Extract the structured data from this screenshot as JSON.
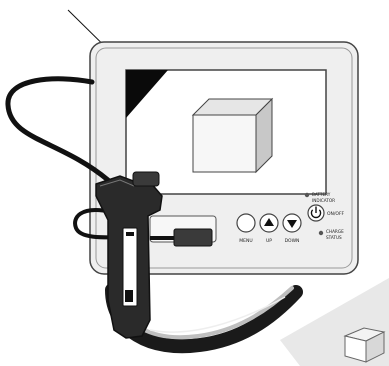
{
  "controls": {
    "menu_label": "MENU",
    "up_label": "UP",
    "down_label": "DOWN",
    "battery_label_line1": "BATTERY",
    "battery_label_line2": "INDICATOR",
    "onoff_label": "ON/OFF",
    "charge_label_line1": "CHARGE",
    "charge_label_line2": "STATUS"
  },
  "icons": {
    "up": "up-arrow-icon",
    "down": "down-arrow-icon",
    "power": "power-icon"
  }
}
